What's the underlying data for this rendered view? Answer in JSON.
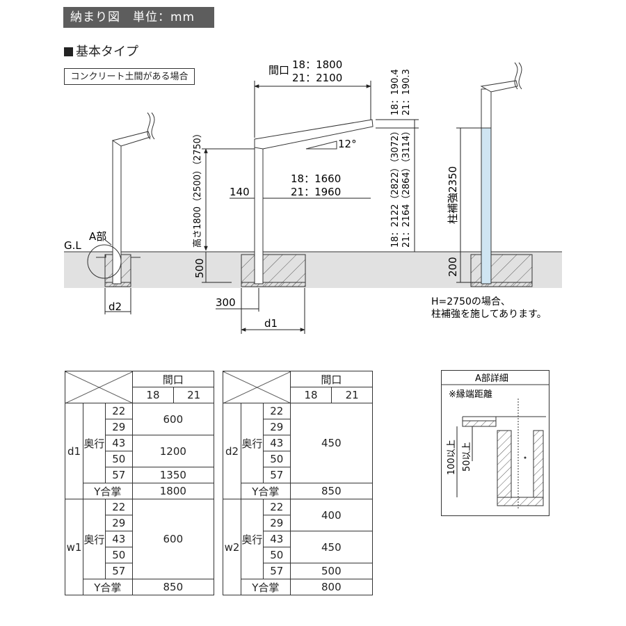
{
  "header": {
    "title": "納まり図　単位：mm"
  },
  "section": {
    "title": "基本タイプ"
  },
  "condition": "コンクリート土間がある場合",
  "labels": {
    "gl": "G.L",
    "a_part": "A部",
    "maguchi": "間口",
    "maguchi_18": "18：1800",
    "maguchi_21": "21：2100",
    "right_18": "18：190.4",
    "right_21": "21：190.3",
    "angle": "12°",
    "inner_18": "18：1660",
    "inner_21": "21：1960",
    "d140": "140",
    "height_label": "高さ1800（2500）（2750）",
    "total_18": "18：2122（2822）（3072）",
    "total_21": "21：2164（2864）（3114）",
    "d500": "500",
    "d300": "300",
    "d1": "d1",
    "d2": "d2",
    "pillar_reinforce": "柱補強2350",
    "d200": "200",
    "note1": "H=2750の場合、",
    "note2": "柱補強を施してあります。"
  },
  "table1": {
    "header_main": "間口",
    "header_18": "18",
    "header_21": "21",
    "row_label": "d1",
    "depth_label": "奥行",
    "depths": [
      "22",
      "29",
      "43",
      "50",
      "57"
    ],
    "v_600": "600",
    "v_1200": "1200",
    "v_1350": "1350",
    "y_label": "Y合掌",
    "y_value": "1800",
    "row_label_b": "w1",
    "v_b": "600",
    "y_value_b": "850"
  },
  "table2": {
    "header_main": "間口",
    "header_18": "18",
    "header_21": "21",
    "row_label": "d2",
    "depth_label": "奥行",
    "depths": [
      "22",
      "29",
      "43",
      "50",
      "57"
    ],
    "v_450": "450",
    "y_label": "Y合掌",
    "y_value": "850",
    "row_label_b": "w2",
    "v_400": "400",
    "v_450b": "450",
    "v_500": "500",
    "y_value_b": "800"
  },
  "detail": {
    "title": "A部詳細",
    "edge": "※縁端距離",
    "min100": "100以上",
    "min50": "50以上"
  }
}
